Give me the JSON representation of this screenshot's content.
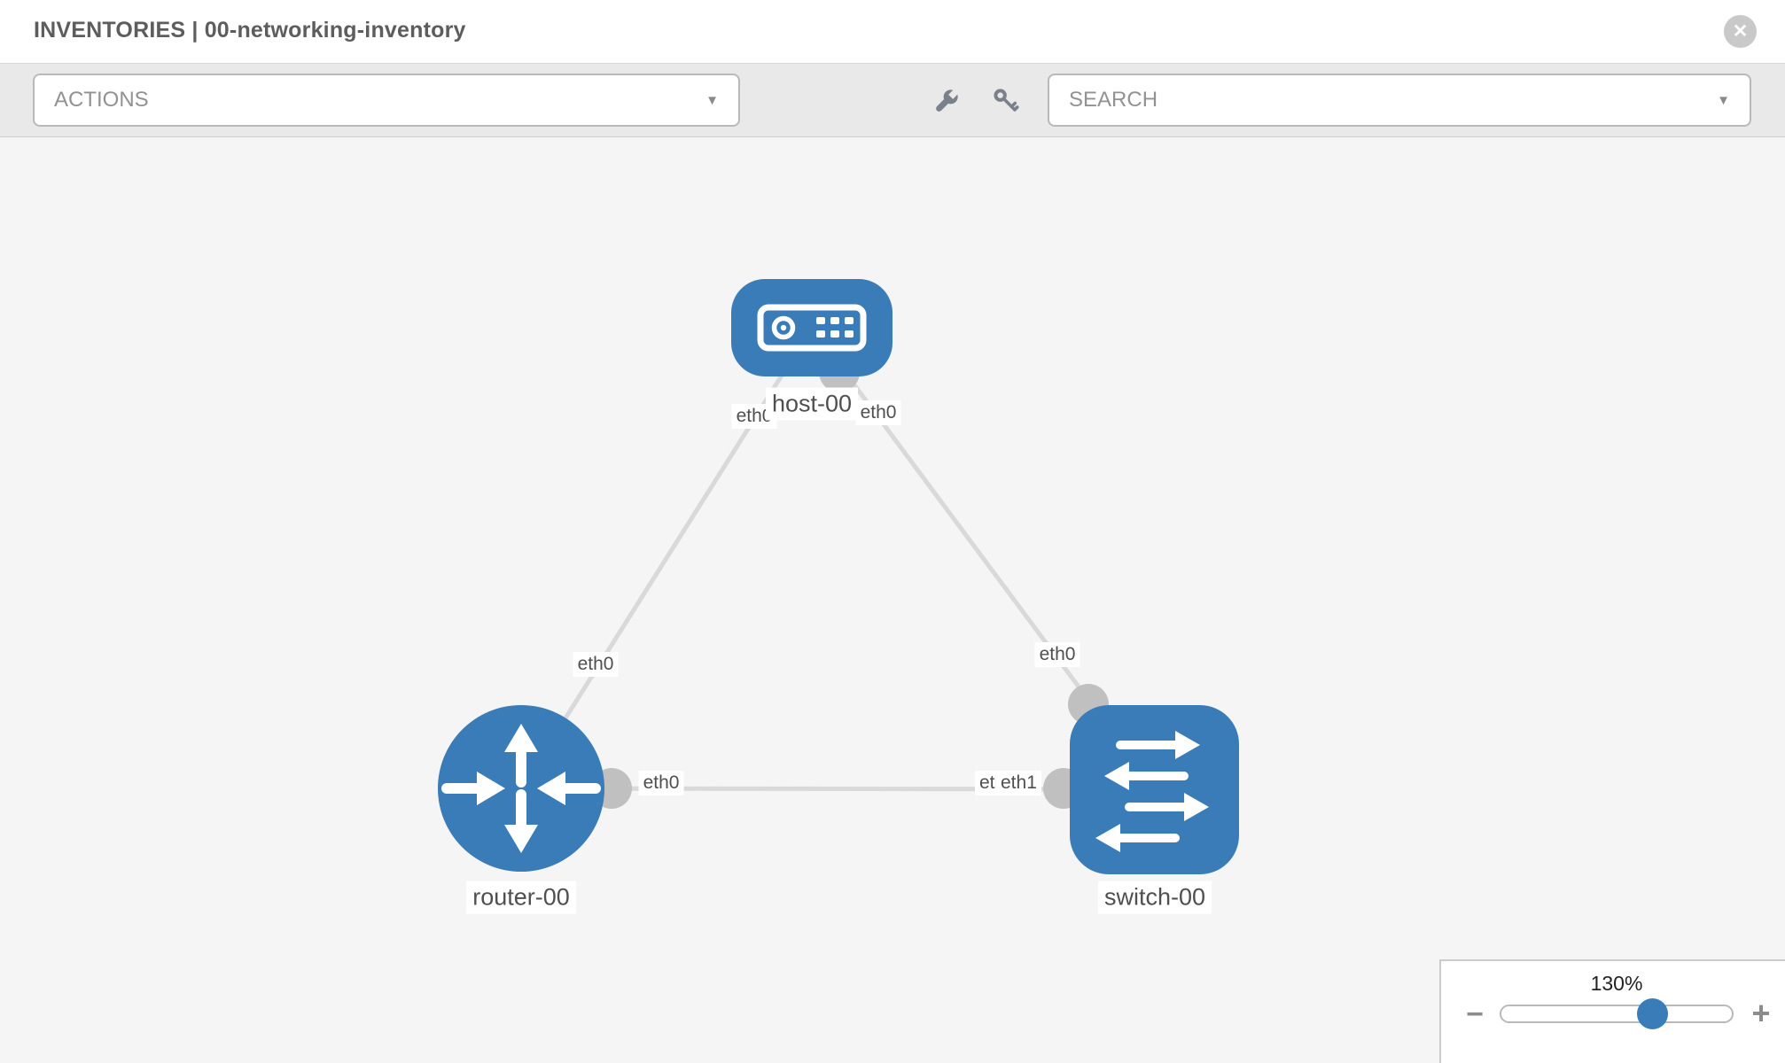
{
  "header": {
    "title": "INVENTORIES | 00-networking-inventory"
  },
  "toolbar": {
    "actions_label": "ACTIONS",
    "search_placeholder": "SEARCH"
  },
  "icons": {
    "close_glyph": "✕",
    "caret_glyph": "▼",
    "wrench": "wrench-icon",
    "key": "key-icon"
  },
  "topology": {
    "nodes": [
      {
        "name": "host-00",
        "type": "host"
      },
      {
        "name": "router-00",
        "type": "router"
      },
      {
        "name": "switch-00",
        "type": "switch"
      }
    ],
    "links": [
      {
        "from": "router-00",
        "to": "host-00"
      },
      {
        "from": "switch-00",
        "to": "host-00"
      },
      {
        "from": "router-00",
        "to": "switch-00"
      }
    ],
    "interface_labels": [
      {
        "text": "eth0",
        "location": "host-00-left"
      },
      {
        "text": "eth0",
        "location": "host-00-right"
      },
      {
        "text": "eth0",
        "location": "router-host-link"
      },
      {
        "text": "eth0",
        "location": "router-switch-link-router-end"
      },
      {
        "text": "eth0",
        "location": "router-switch-link-switch-end-behind"
      },
      {
        "text": "eth1",
        "location": "router-switch-link-switch-end"
      },
      {
        "text": "eth0",
        "location": "switch-host-link"
      }
    ]
  },
  "zoom_control": {
    "level": "130%",
    "minus_glyph": "−",
    "plus_glyph": "+"
  },
  "colors": {
    "node_blue": "#3a7cb8",
    "link_gray": "#d9d9d9",
    "port_gray": "#c0c0c0",
    "toolbar_gray": "#e9e9e9",
    "canvas_gray": "#f5f5f5"
  }
}
